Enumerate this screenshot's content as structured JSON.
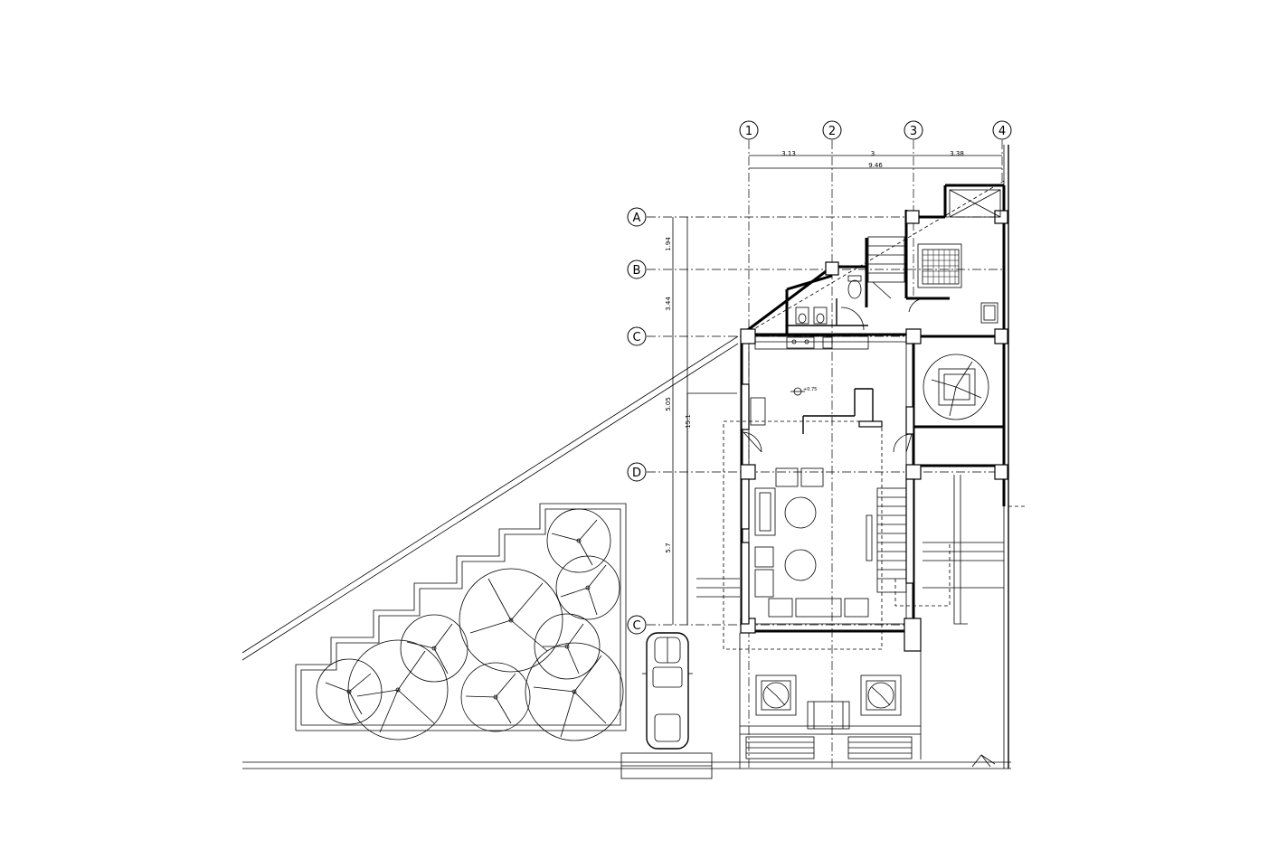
{
  "drawing": {
    "grid_columns": [
      "1",
      "2",
      "3",
      "4"
    ],
    "grid_rows": [
      "A",
      "B",
      "C",
      "D",
      "C"
    ],
    "dimensions_top": [
      "3.13",
      "3",
      "3.38"
    ],
    "dimension_total_top": "9.46",
    "dimensions_left": [
      "1.94",
      "3.44",
      "5.05",
      "5.7"
    ],
    "dimension_total_left": "15.1",
    "level_mark": "+0.75"
  }
}
